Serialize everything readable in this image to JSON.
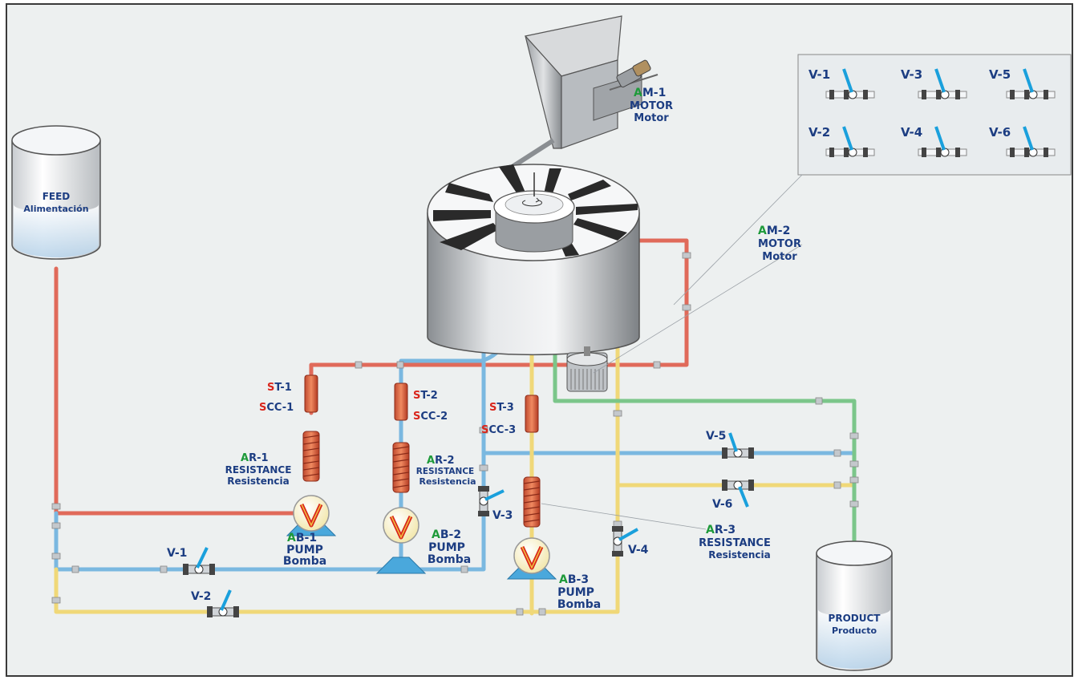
{
  "colors": {
    "background": "#edf0f0",
    "pipe_red": "#e06a5a",
    "pipe_blue": "#7ab8e0",
    "pipe_yellow": "#f0d878",
    "pipe_green": "#7bc68a",
    "label_blue": "#1c3d82",
    "label_red": "#d9261c",
    "label_green": "#1e9a3a",
    "valve_handle": "#1aa0dc"
  },
  "tanks": {
    "feed": {
      "line1": "FEED",
      "line2": "Alimentación"
    },
    "product": {
      "line1": "PRODUCT",
      "line2": "Producto"
    }
  },
  "motors": {
    "am1": {
      "prefix": "A",
      "code": "M-1",
      "en": "MOTOR",
      "es": "Motor"
    },
    "am2": {
      "prefix": "A",
      "code": "M-2",
      "en": "MOTOR",
      "es": "Motor"
    }
  },
  "pumps": {
    "ab1": {
      "prefix": "A",
      "code": "B-1",
      "en": "PUMP",
      "es": "Bomba"
    },
    "ab2": {
      "prefix": "A",
      "code": "B-2",
      "en": "PUMP",
      "es": "Bomba"
    },
    "ab3": {
      "prefix": "A",
      "code": "B-3",
      "en": "PUMP",
      "es": "Bomba"
    }
  },
  "resistances": {
    "ar1": {
      "prefix": "A",
      "code": "R-1",
      "en": "RESISTANCE",
      "es": "Resistencia"
    },
    "ar2": {
      "prefix": "A",
      "code": "R-2",
      "en": "RESISTANCE",
      "es": "Resistencia"
    },
    "ar3": {
      "prefix": "A",
      "code": "R-3",
      "en": "RESISTANCE",
      "es": "Resistencia"
    }
  },
  "sensors": {
    "st1": {
      "prefix": "S",
      "code": "T-1"
    },
    "scc1": {
      "prefix": "S",
      "code": "CC-1"
    },
    "st2": {
      "prefix": "S",
      "code": "T-2"
    },
    "scc2": {
      "prefix": "S",
      "code": "CC-2"
    },
    "st3": {
      "prefix": "S",
      "code": "T-3"
    },
    "scc3": {
      "prefix": "S",
      "code": "CC-3"
    }
  },
  "valves": {
    "v1": "V-1",
    "v2": "V-2",
    "v3": "V-3",
    "v4": "V-4",
    "v5": "V-5",
    "v6": "V-6"
  },
  "legend": {
    "items": [
      "V-1",
      "V-3",
      "V-5",
      "V-2",
      "V-4",
      "V-6"
    ]
  }
}
